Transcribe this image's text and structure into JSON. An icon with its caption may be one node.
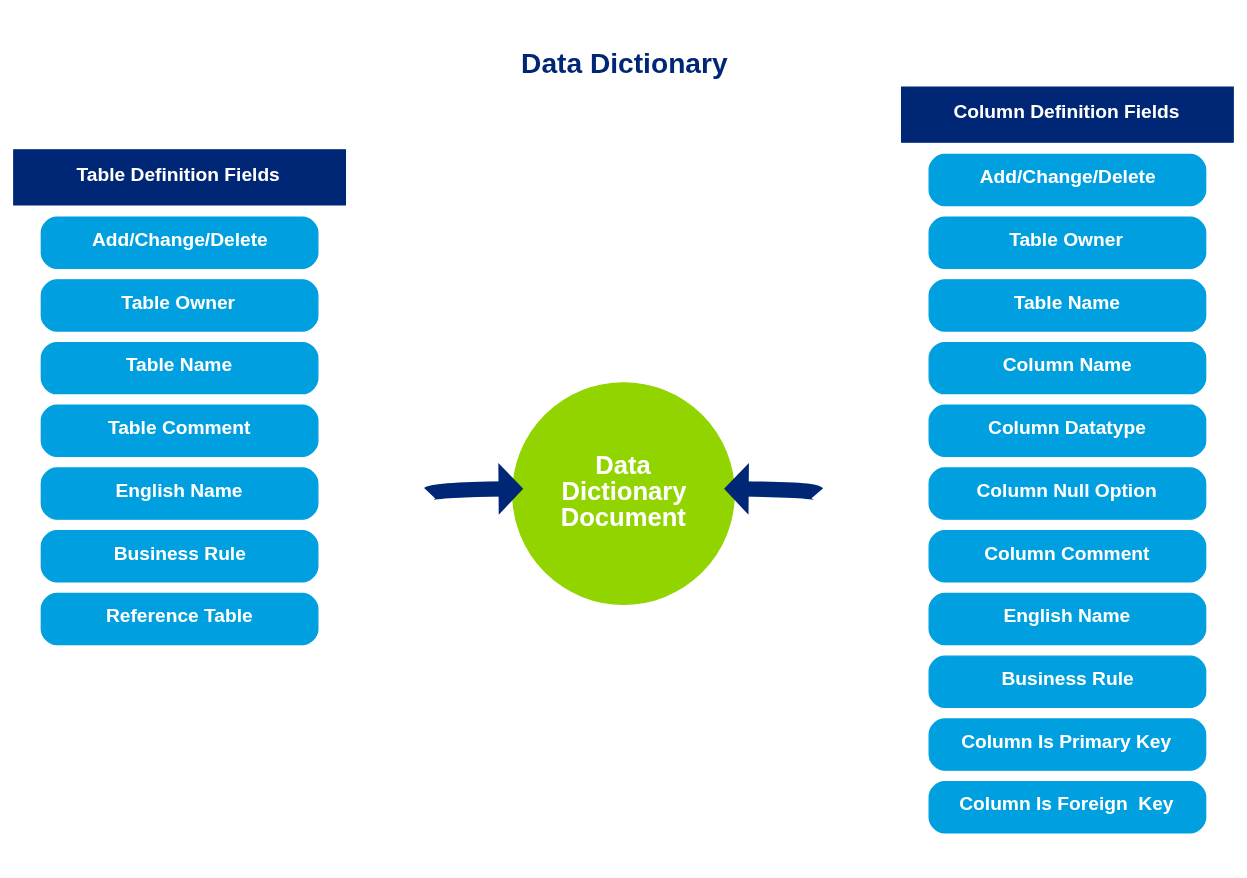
{
  "diagram": {
    "title": "Data Dictionary",
    "nodes": [
      {
        "text": [
          "Table Definition Fields"
        ]
      },
      {
        "text": [
          "Column Definition Fields"
        ]
      },
      {
        "text": [
          "Add/Change/Delete"
        ]
      },
      {
        "text": [
          "Table Owner"
        ]
      },
      {
        "text": [
          "Table Name"
        ]
      },
      {
        "text": [
          "Table Comment"
        ]
      },
      {
        "text": [
          "English Name"
        ]
      },
      {
        "text": [
          "Business Rule"
        ]
      },
      {
        "text": [
          "Reference Table"
        ]
      },
      {
        "text": [
          "Data Dictionary Document"
        ]
      },
      {
        "text": [
          "Add/Change/Delete"
        ]
      },
      {
        "text": [
          "Table Owner"
        ]
      },
      {
        "text": [
          "Table Name"
        ]
      },
      {
        "text": [
          "Column Name"
        ]
      },
      {
        "text": [
          "Column Datatype"
        ]
      },
      {
        "text": [
          "Column Null Option"
        ]
      },
      {
        "text": [
          "Column Comment"
        ]
      },
      {
        "text": [
          "English Name"
        ]
      },
      {
        "text": [
          "Business Rule"
        ]
      },
      {
        "text": [
          "Column Is Primary Key"
        ]
      },
      {
        "text": [
          "Column Is Foreign  Key"
        ]
      }
    ],
    "edges": [
      {
        "from": null,
        "to": 9,
        "arrow": "to"
      },
      {
        "from": null,
        "to": 9,
        "arrow": "to"
      }
    ]
  }
}
